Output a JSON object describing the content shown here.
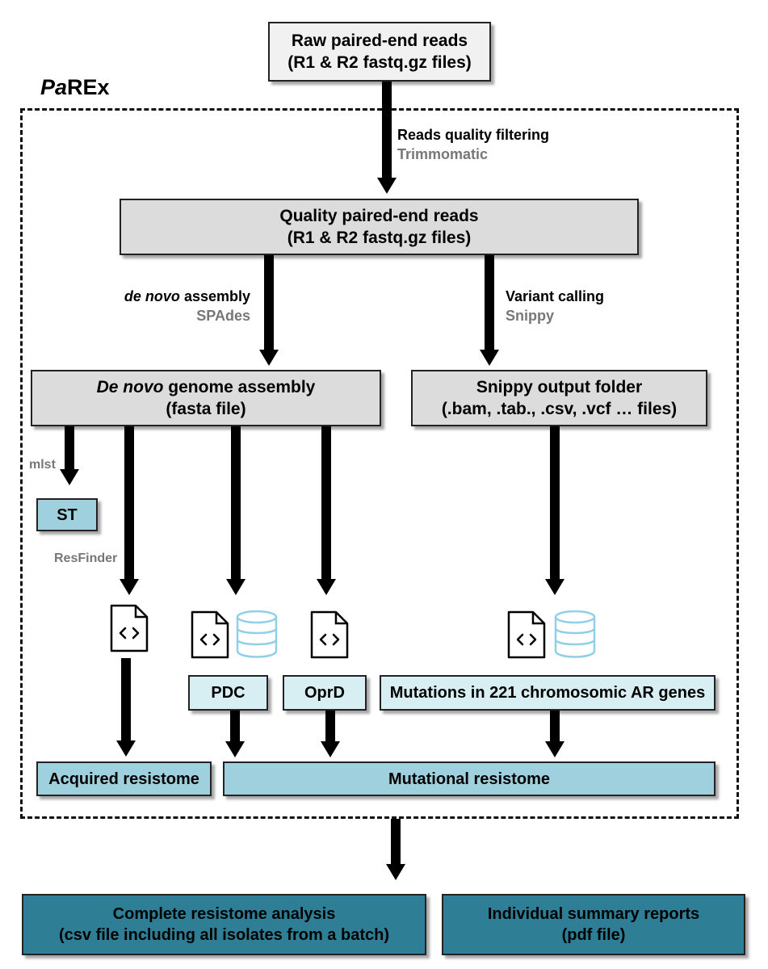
{
  "title": {
    "prefix": "Pa",
    "rest": "REx"
  },
  "nodes": {
    "raw": {
      "line1": "Raw paired-end reads",
      "line2": "(R1 & R2 fastq.gz files)"
    },
    "quality": {
      "line1": "Quality paired-end reads",
      "line2": "(R1 & R2 fastq.gz files)"
    },
    "assembly": {
      "italic": "De novo",
      "line1_rest": " genome assembly",
      "line2": "(fasta file)"
    },
    "snippy": {
      "line1": "Snippy output folder",
      "line2": "(.bam, .tab., .csv, .vcf … files)"
    },
    "st": "ST",
    "pdc": "PDC",
    "oprd": "OprD",
    "mutations": "Mutations in 221 chromosomic AR genes",
    "acquired": "Acquired resistome",
    "mutational": "Mutational resistome",
    "complete": {
      "line1": "Complete resistome analysis",
      "line2": "(csv file including all isolates from a batch)"
    },
    "individual": {
      "line1": "Individual summary reports",
      "line2": "(pdf file)"
    }
  },
  "steps": {
    "filtering": {
      "label": "Reads quality filtering",
      "tool": "Trimmomatic"
    },
    "denovo": {
      "italic": "de novo",
      "label_rest": " assembly",
      "tool": "SPAdes"
    },
    "variant": {
      "label": "Variant calling",
      "tool": "Snippy"
    },
    "mlst": "mlst",
    "resfinder": "ResFinder"
  },
  "icons": [
    "code-file-icon",
    "code-file-icon",
    "database-icon",
    "code-file-icon",
    "code-file-icon",
    "database-icon"
  ],
  "colors": {
    "raw": "#f1f1f1",
    "process_gray": "#dcdcdc",
    "light_blue": "#d7eef3",
    "mid_blue": "#9ed0de",
    "dark_teal": "#2e7f95",
    "tool_text": "#777777",
    "database": "#8fcfe8"
  }
}
